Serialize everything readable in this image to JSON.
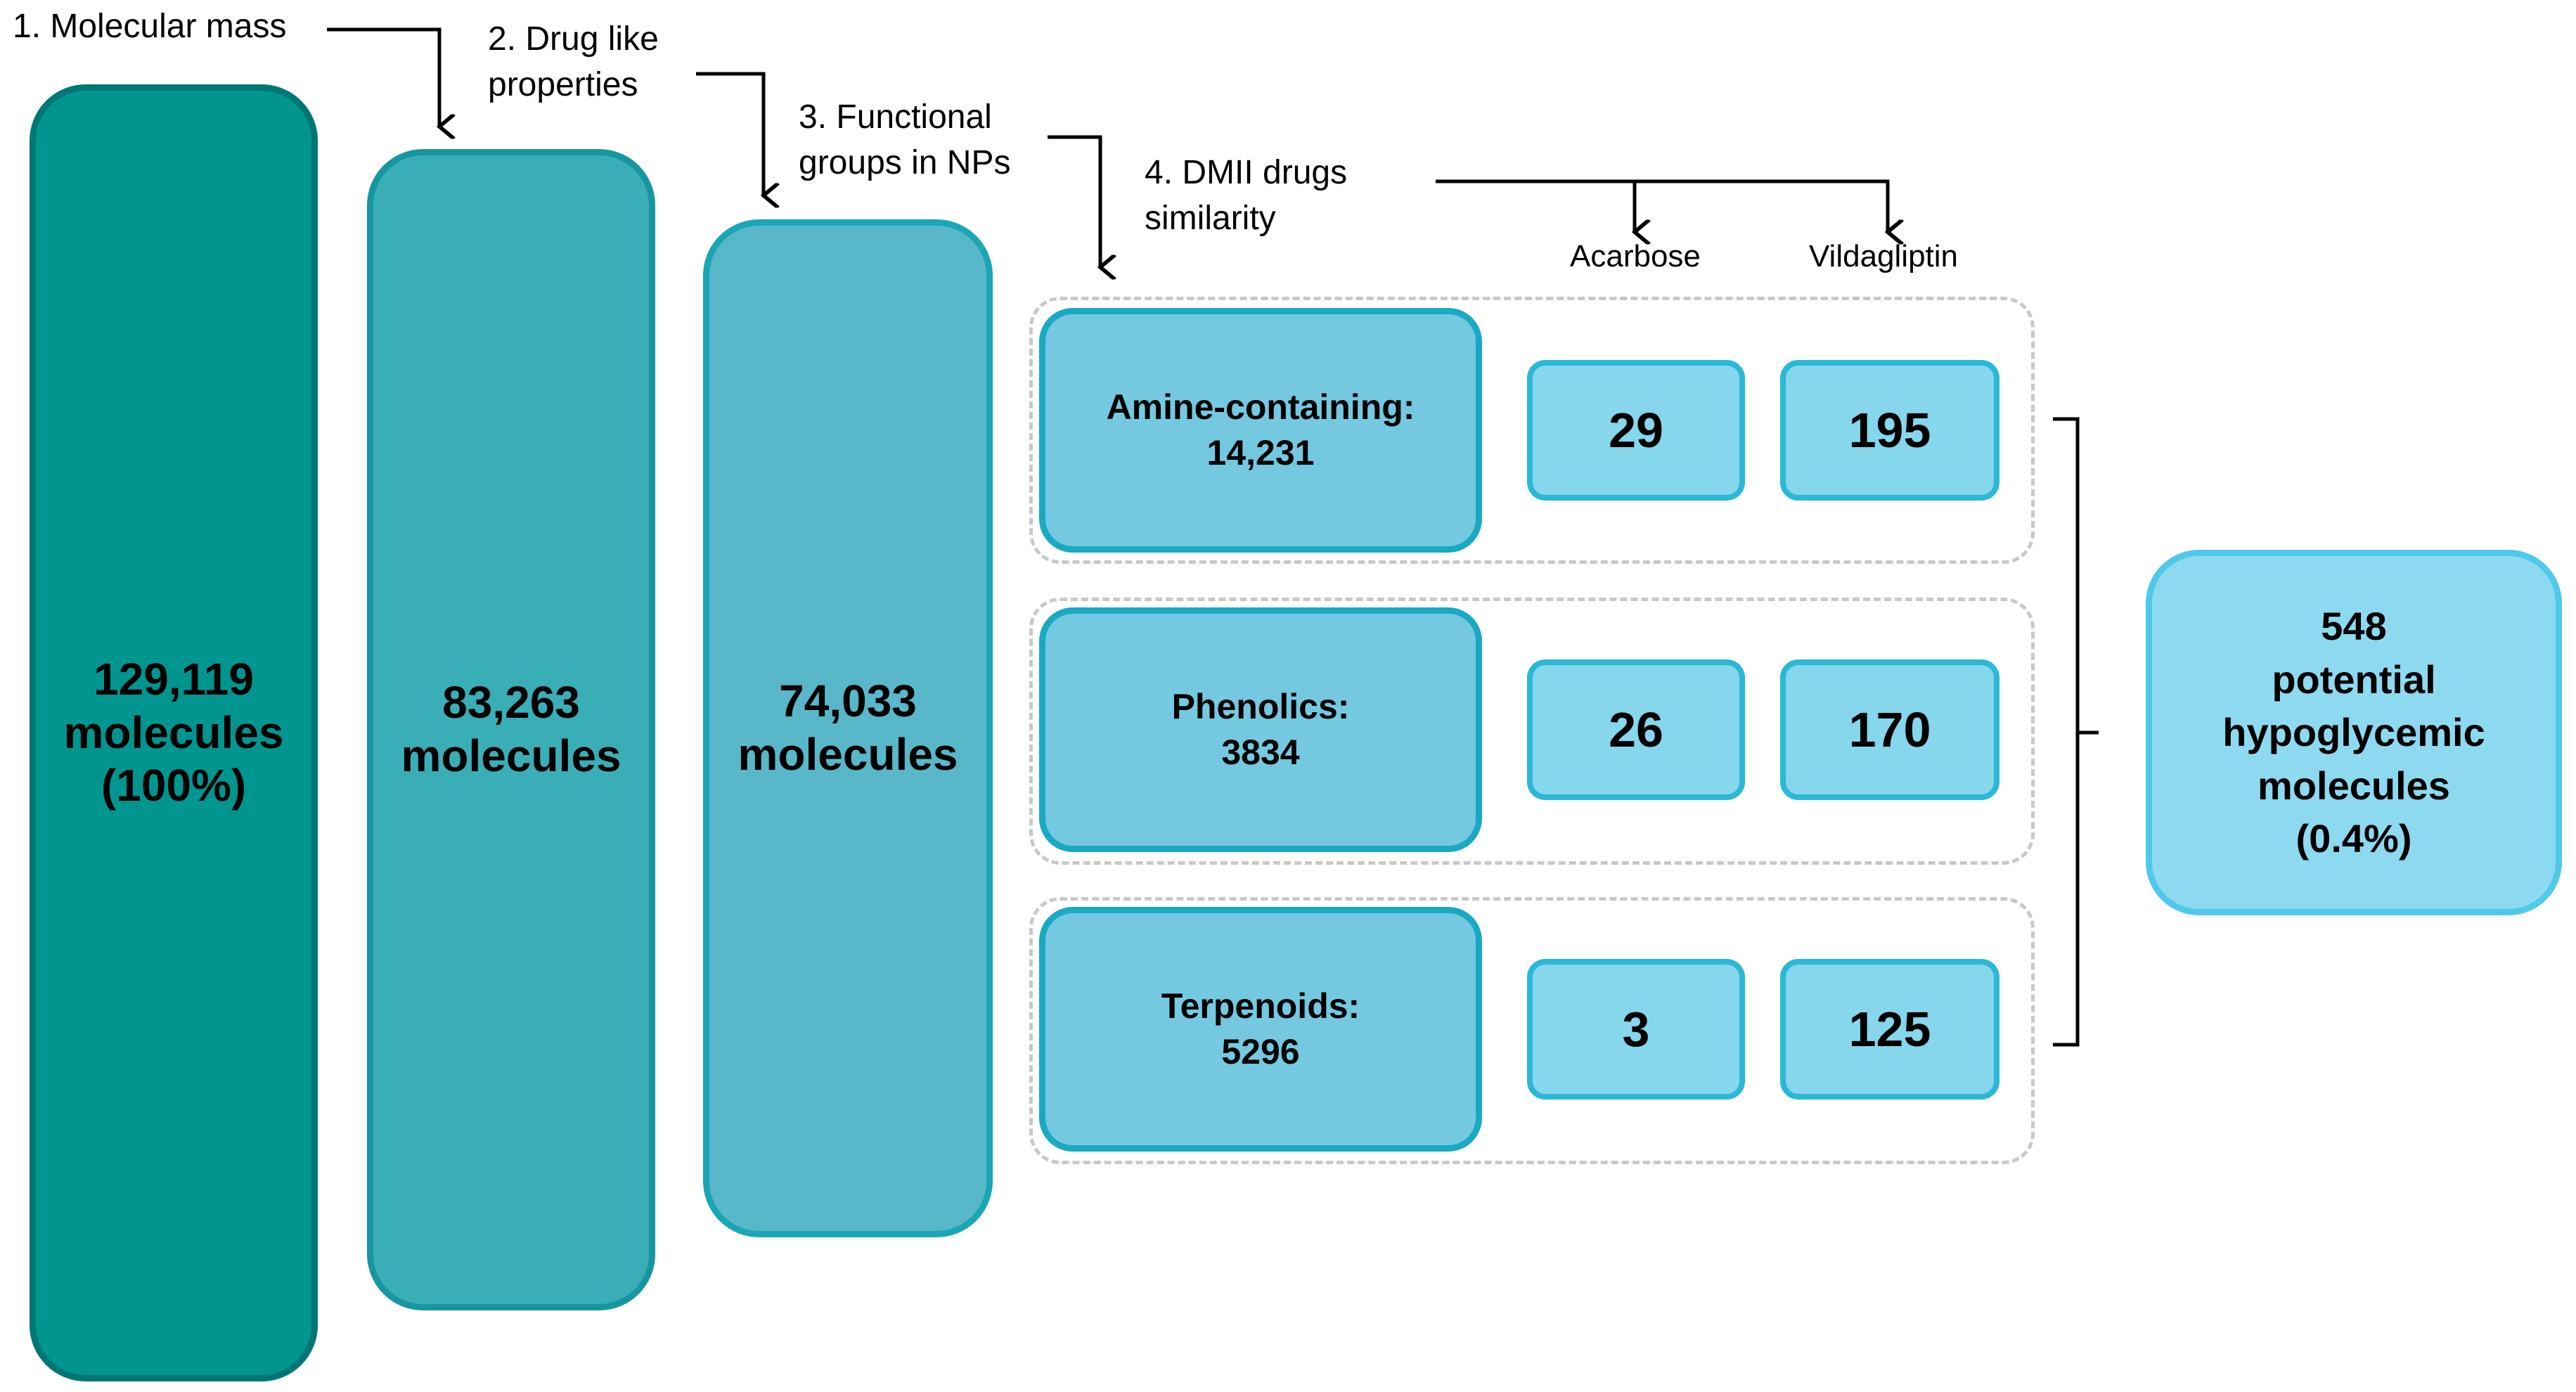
{
  "steps": [
    {
      "line1": "1. Molecular mass",
      "line2": ""
    },
    {
      "line1": "2. Drug like",
      "line2": "properties"
    },
    {
      "line1": "3. Functional",
      "line2": "groups in NPs"
    },
    {
      "line1": "4. DMII drugs",
      "line2": "similarity"
    }
  ],
  "stages": [
    {
      "count": "129,119",
      "unit": "molecules",
      "pct": "(100%)"
    },
    {
      "count": "83,263",
      "unit": "molecules"
    },
    {
      "count": "74,033",
      "unit": "molecules"
    }
  ],
  "drug_columns": [
    "Acarbose",
    "Vildagliptin"
  ],
  "groups": [
    {
      "name": "Amine-containing:",
      "count": "14,231",
      "acarbose": "29",
      "vildagliptin": "195"
    },
    {
      "name": "Phenolics:",
      "count": "3834",
      "acarbose": "26",
      "vildagliptin": "170"
    },
    {
      "name": "Terpenoids:",
      "count": "5296",
      "acarbose": "3",
      "vildagliptin": "125"
    }
  ],
  "result": {
    "count": "548",
    "line1": "potential",
    "line2": "hypoglycemic",
    "line3": "molecules",
    "pct": "(0.4%)"
  }
}
